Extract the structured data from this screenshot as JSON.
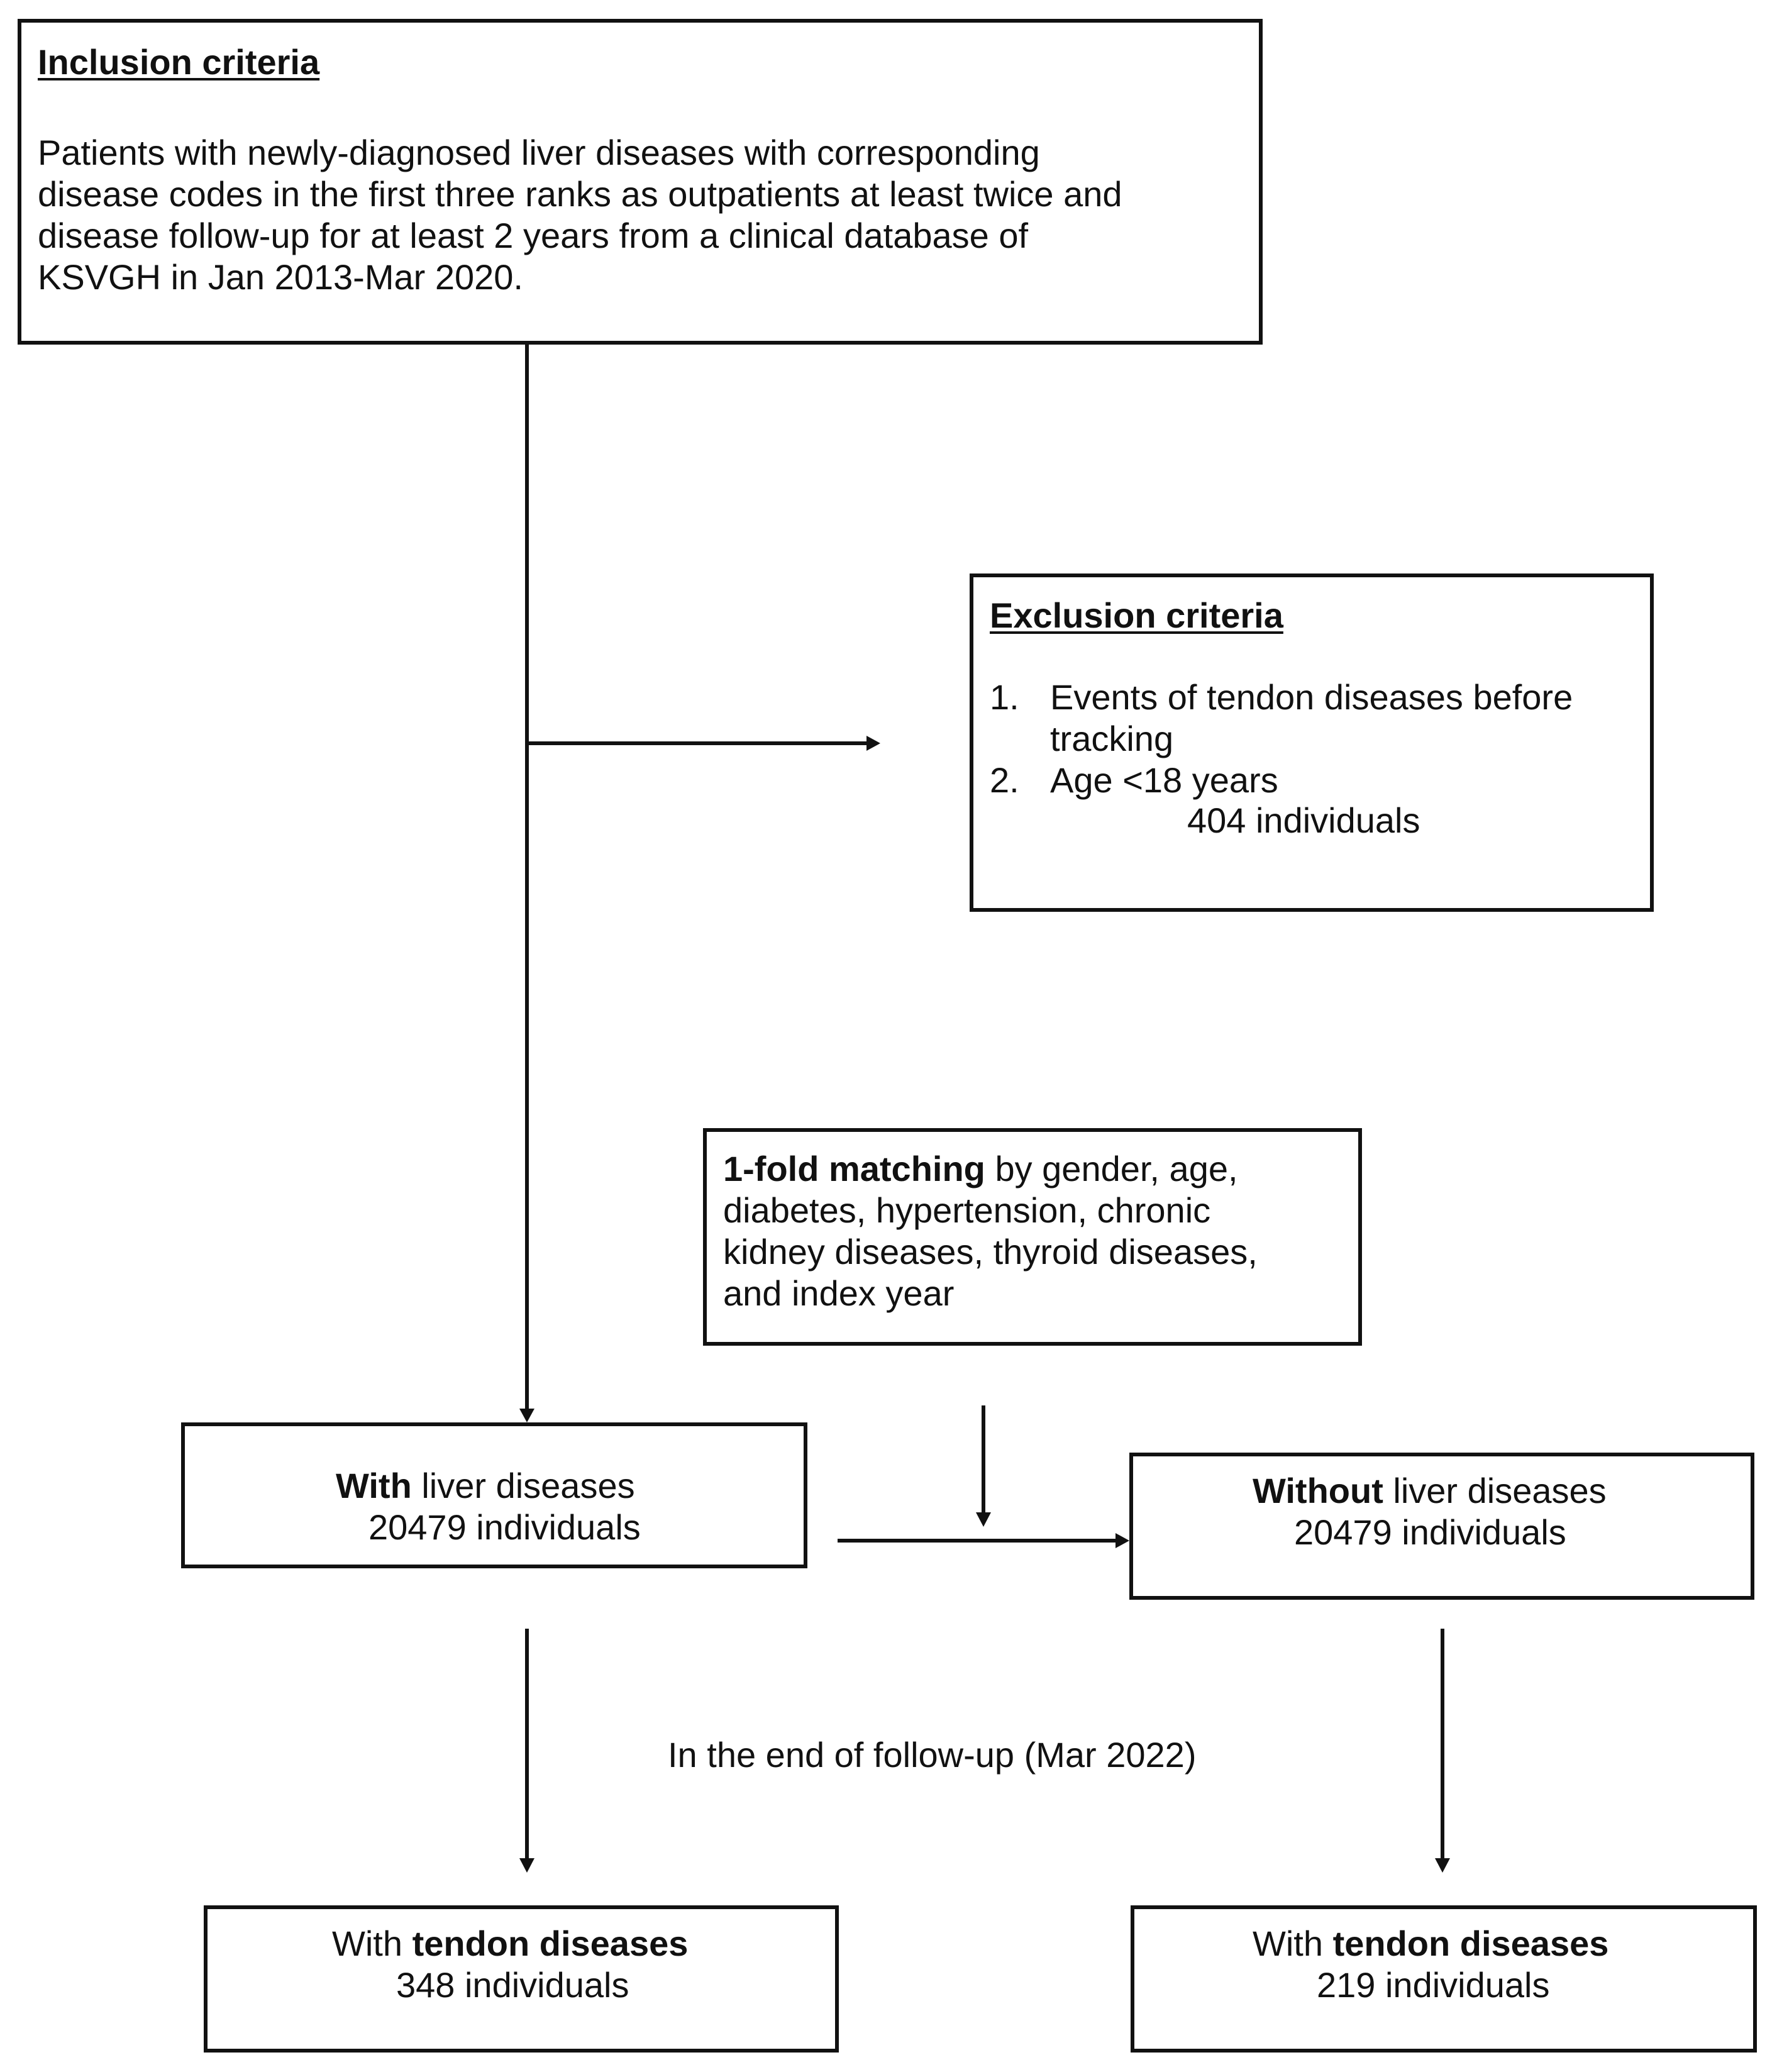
{
  "inclusion": {
    "heading": "Inclusion criteria",
    "lines": [
      "Patients with newly-diagnosed liver diseases with corresponding",
      "disease codes in the first three ranks as outpatients at least twice and",
      "disease follow-up for at least 2 years from a clinical database of",
      "KSVGH in Jan 2013-Mar 2020."
    ]
  },
  "exclusion": {
    "heading": "Exclusion criteria",
    "item1_num": "1.",
    "item1_line1": "Events of tendon diseases before",
    "item1_line2": "tracking",
    "item2_num": "2.",
    "item2_text": "Age <18 years",
    "count": "404 individuals"
  },
  "matching": {
    "bold": "1-fold matching",
    "line1_rest": " by gender, age,",
    "line2": "diabetes, hypertension, chronic",
    "line3": "kidney diseases, thyroid diseases,",
    "line4": "and index year"
  },
  "with_liver": {
    "bold": "With",
    "rest": " liver diseases",
    "count": "20479 individuals"
  },
  "without_liver": {
    "bold": "Without",
    "rest": " liver diseases",
    "count": "20479 individuals"
  },
  "follow_up": "In the end of follow-up (Mar 2022)",
  "tendon_left": {
    "prefix": "With ",
    "bold": "tendon diseases",
    "count": "348 individuals"
  },
  "tendon_right": {
    "prefix": "With ",
    "bold": "tendon diseases",
    "count": "219 individuals"
  }
}
